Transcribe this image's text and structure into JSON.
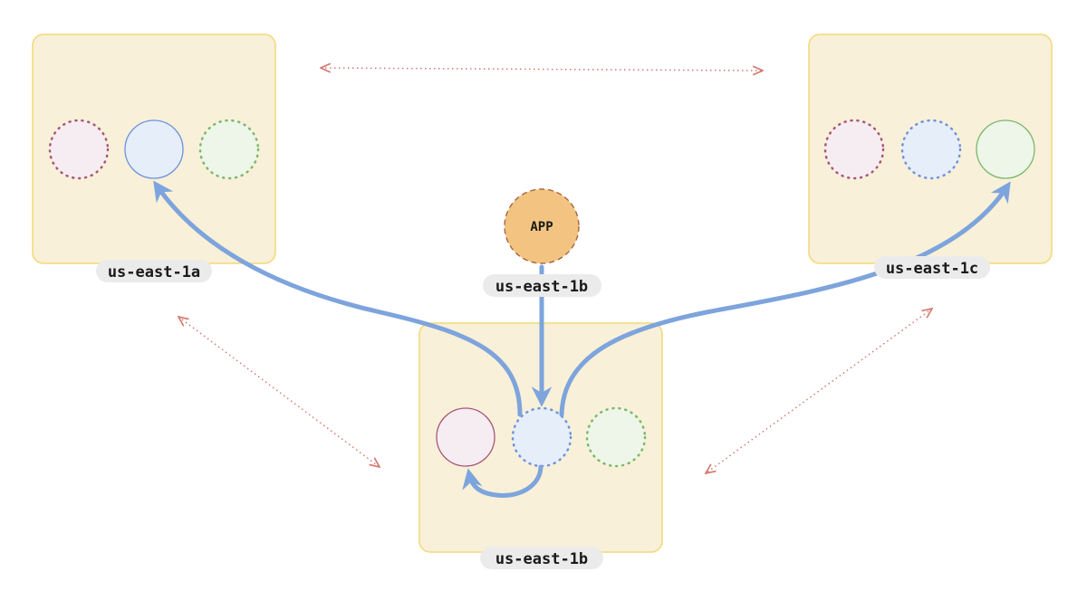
{
  "zones": {
    "a": {
      "label": "us-east-1a"
    },
    "b": {
      "label": "us-east-1b"
    },
    "c": {
      "label": "us-east-1c"
    }
  },
  "app": {
    "label": "APP",
    "zone_label": "us-east-1b"
  },
  "colors": {
    "zone_fill": "#f8f0d8",
    "zone_border": "#f4d775",
    "node_pink_fill": "#f5edf2",
    "node_pink_stroke": "#a65778",
    "node_blue_fill": "#e6eefa",
    "node_blue_stroke": "#6d93dc",
    "node_green_fill": "#eef5e9",
    "node_green_stroke": "#7ab86a",
    "app_fill": "#f3c481",
    "app_stroke": "#a7653d",
    "arrow_blue": "#7da4dc",
    "arrow_red": "#d47a70"
  }
}
